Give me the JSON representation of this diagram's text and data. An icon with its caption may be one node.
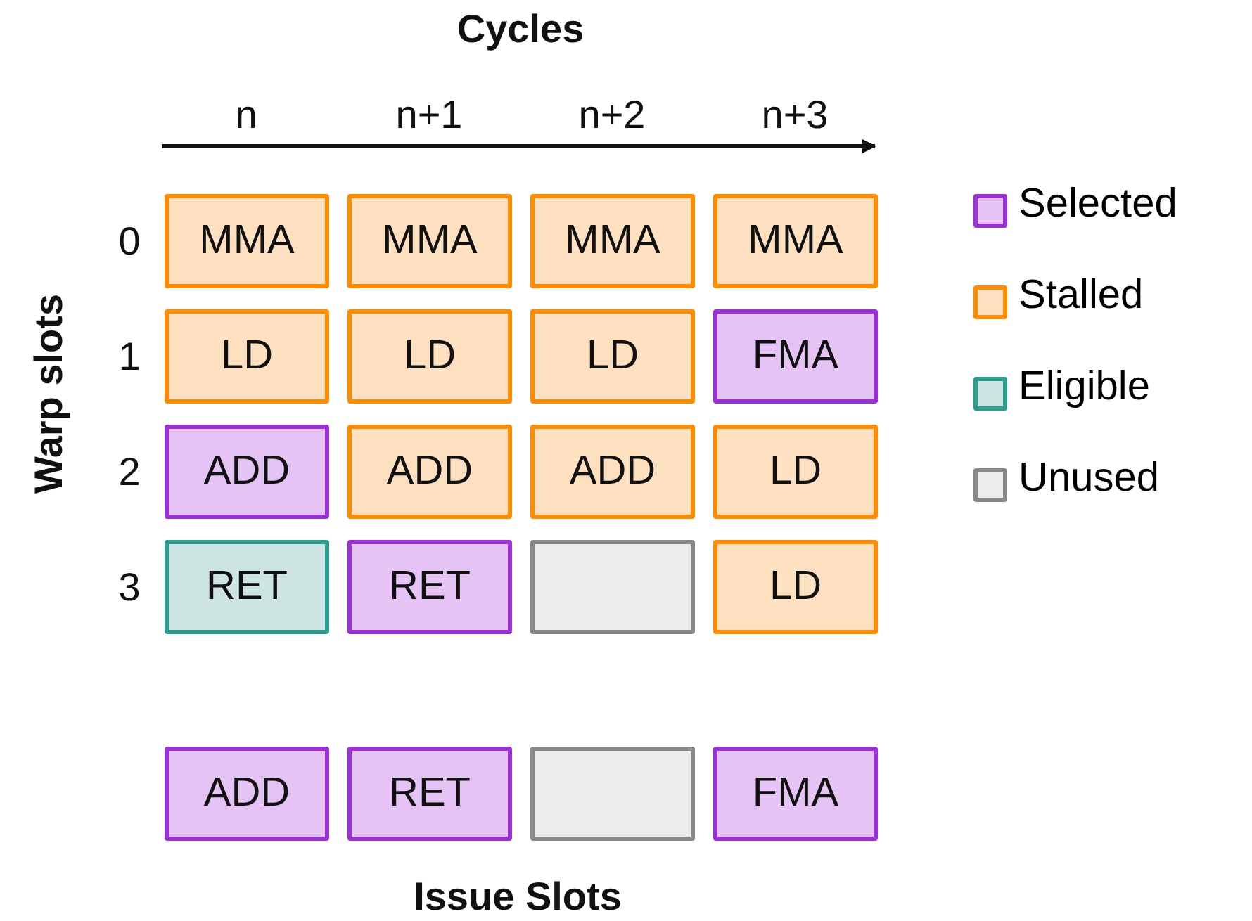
{
  "diagram": {
    "nodes": [
      {
        "text": [
          "MMA"
        ]
      },
      {
        "text": [
          "MMA"
        ]
      },
      {
        "text": [
          "MMA"
        ]
      },
      {
        "text": [
          "MMA"
        ]
      },
      {
        "text": [
          "LD"
        ]
      },
      {
        "text": [
          "LD"
        ]
      },
      {
        "text": [
          "LD"
        ]
      },
      {
        "text": [
          "FMA"
        ]
      },
      {
        "text": [
          "ADD"
        ]
      },
      {
        "text": [
          "ADD"
        ]
      },
      {
        "text": [
          "ADD"
        ]
      },
      {
        "text": [
          "LD"
        ]
      },
      {
        "text": [
          "RET"
        ]
      },
      {
        "text": [
          "RET"
        ]
      },
      {
        "text": [],
        "shape": "box"
      },
      {
        "text": [
          "LD"
        ]
      },
      {
        "text": [
          "ADD"
        ]
      },
      {
        "text": [
          "RET"
        ]
      },
      {
        "text": [],
        "shape": "box"
      },
      {
        "text": [
          "FMA"
        ]
      }
    ],
    "labels": [
      "Cycles",
      "n",
      "n+1",
      "n+2",
      "n+3",
      "0",
      "1",
      "2",
      "3",
      "Warp slots",
      "Issue Slots"
    ],
    "legend": [
      {
        "text": "Selected",
        "color": "#9b30d9"
      },
      {
        "text": "Stalled",
        "color": "#ff8c00"
      },
      {
        "text": "Eligible",
        "color": "#2a9d8f"
      },
      {
        "text": "Unused",
        "color": "#888888"
      }
    ]
  }
}
